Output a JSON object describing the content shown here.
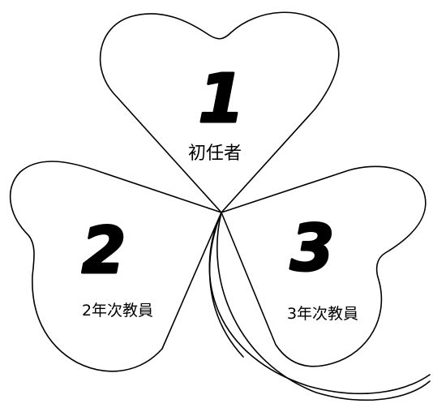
{
  "leaves": [
    {
      "number": "1",
      "label": "初任者"
    },
    {
      "number": "2",
      "label": "2年次教員"
    },
    {
      "number": "3",
      "label": "3年次教員"
    }
  ],
  "colors": {
    "outline": "#000000",
    "fill": "#ffffff",
    "background": "#ffffff"
  }
}
